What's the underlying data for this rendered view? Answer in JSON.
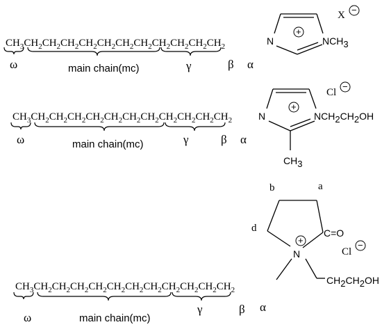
{
  "structure1": {
    "chain": {
      "prefix": "CH",
      "sub_prefix": "3",
      "units": [
        "CH",
        "CH",
        "CH",
        "CH",
        "CH",
        "CH",
        "CH",
        "CH",
        "CH",
        "CH",
        "CH"
      ],
      "unit_sub": "2"
    },
    "labels": {
      "omega": "ω",
      "main_chain": "main chain(mc)",
      "gamma": "γ",
      "beta": "β",
      "alpha": "α"
    },
    "ring": {
      "n_left": "N",
      "n_right": "N",
      "n_substituent": "CH",
      "n_substituent_sub": "3"
    },
    "anion": {
      "symbol": "X",
      "charge": "−"
    },
    "cation_charge": "+"
  },
  "structure2": {
    "chain": {
      "prefix": "CH",
      "sub_prefix": "3",
      "units": [
        "CH",
        "CH",
        "CH",
        "CH",
        "CH",
        "CH",
        "CH",
        "CH",
        "CH",
        "CH",
        "CH"
      ],
      "unit_sub": "2"
    },
    "labels": {
      "omega": "ω",
      "main_chain": "main chain(mc)",
      "gamma": "γ",
      "beta": "β",
      "alpha": "α"
    },
    "ring": {
      "n_left": "N",
      "n_right": "N",
      "n_substituent": "CH",
      "n_substituent_sub": "2",
      "n_substituent_2": "CH",
      "n_substituent_2_sub": "2",
      "n_substituent_end": "OH",
      "methyl": "CH",
      "methyl_sub": "3"
    },
    "anion": {
      "symbol": "Cl",
      "charge": "−"
    },
    "cation_charge": "+"
  },
  "structure3": {
    "chain": {
      "prefix": "CH",
      "sub_prefix": "3",
      "units": [
        "CH",
        "CH",
        "CH",
        "CH",
        "CH",
        "CH",
        "CH",
        "CH",
        "CH",
        "CH",
        "CH"
      ],
      "unit_sub": "2"
    },
    "labels": {
      "omega": "ω",
      "main_chain": "main chain(mc)",
      "gamma": "γ",
      "beta": "β",
      "alpha": "α"
    },
    "ring": {
      "nitrogen": "N",
      "carbonyl": "C=O",
      "pos_a": "a",
      "pos_b": "b",
      "pos_d": "d",
      "substituent": "CH",
      "substituent_sub": "2",
      "substituent_2": "CH",
      "substituent_2_sub": "2",
      "substituent_end": "OH"
    },
    "anion": {
      "symbol": "Cl",
      "charge": "−"
    },
    "cation_charge": "+"
  }
}
